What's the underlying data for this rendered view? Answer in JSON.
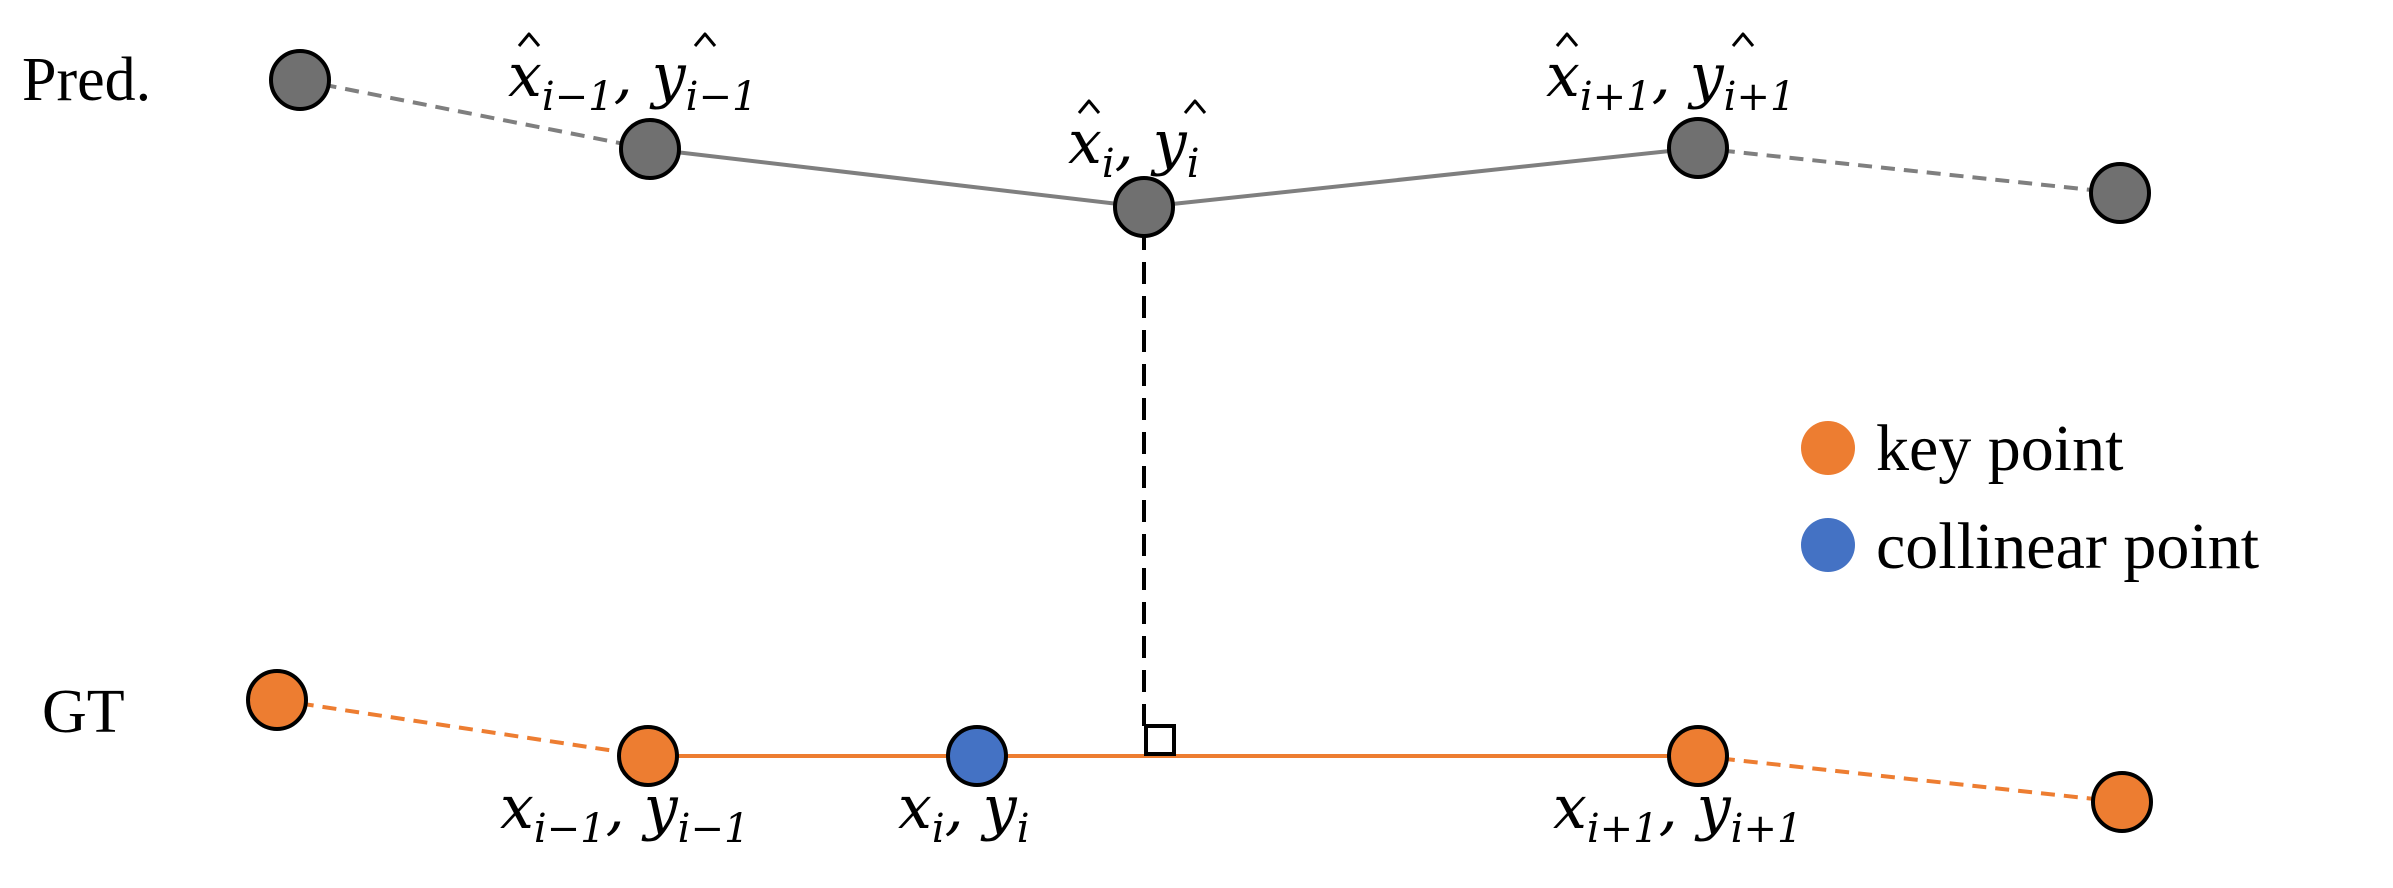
{
  "labels": {
    "pred": "Pred.",
    "gt": "GT"
  },
  "legend": [
    {
      "label": "key point",
      "color": "#ED7D31"
    },
    {
      "label": "collinear point",
      "color": "#4472C4"
    }
  ],
  "colors": {
    "pred_point": "#707070",
    "pred_line": "#7F7F7F",
    "gt_key_point": "#ED7D31",
    "gt_collinear_point": "#4472C4",
    "gt_line": "#ED7D31",
    "outline": "#000000"
  },
  "point_labels": {
    "pred_prev": {
      "x": "x",
      "x_sub": "i−1",
      "sep": ", ",
      "y": "y",
      "y_sub": "i−1"
    },
    "pred_cur": {
      "x": "x",
      "x_sub": "i",
      "sep": ", ",
      "y": "y",
      "y_sub": "i"
    },
    "pred_next": {
      "x": "x",
      "x_sub": "i+1",
      "sep": ", ",
      "y": "y",
      "y_sub": "i+1"
    },
    "gt_prev": {
      "x": "x",
      "x_sub": "i−1",
      "sep": ", ",
      "y": "y",
      "y_sub": "i−1"
    },
    "gt_cur": {
      "x": "x",
      "x_sub": "i",
      "sep": ", ",
      "y": "y",
      "y_sub": "i"
    },
    "gt_next": {
      "x": "x",
      "x_sub": "i+1",
      "sep": ", ",
      "y": "y",
      "y_sub": "i+1"
    }
  }
}
